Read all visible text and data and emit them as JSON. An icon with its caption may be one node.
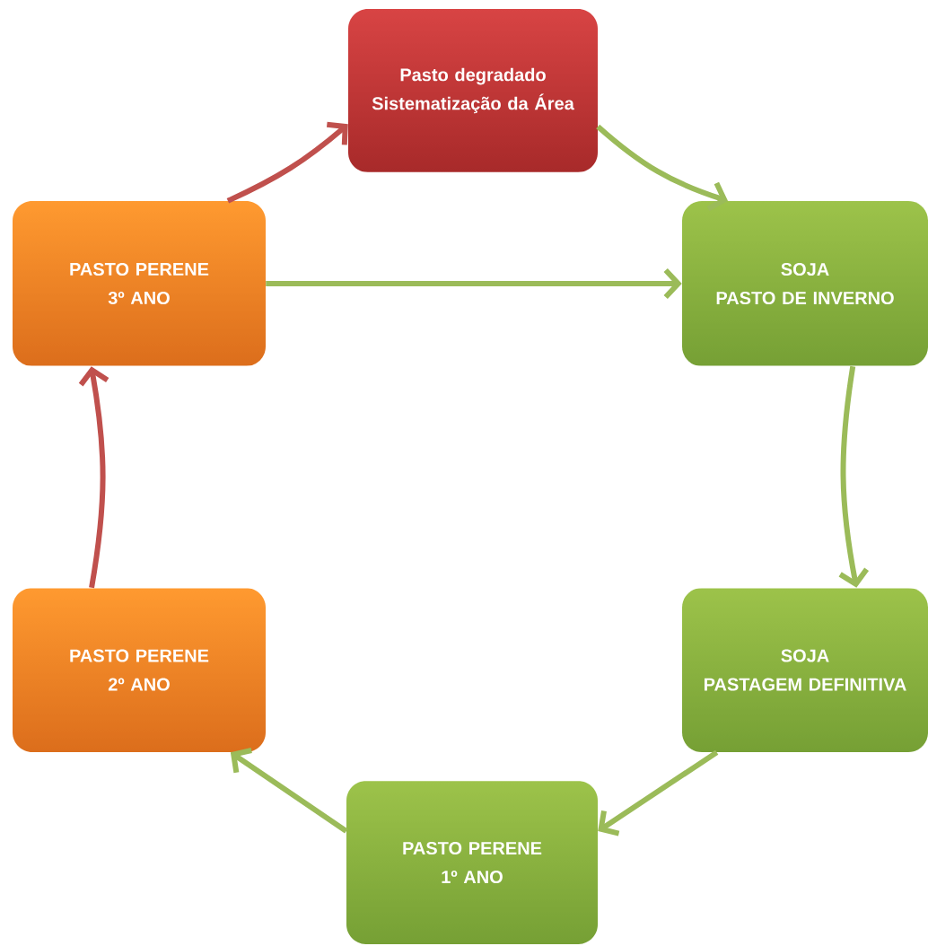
{
  "diagram": {
    "nodes": [
      {
        "text": [
          "Pasto degradado",
          "Sistematização da Área"
        ]
      },
      {
        "text": [
          "SOJA",
          "PASTO DE INVERNO"
        ]
      },
      {
        "text": [
          "SOJA",
          "PASTAGEM DEFINITIVA"
        ]
      },
      {
        "text": [
          "PASTO PERENE",
          "1º ANO"
        ]
      },
      {
        "text": [
          "PASTO PERENE",
          "2º ANO"
        ]
      },
      {
        "text": [
          "PASTO PERENE",
          "3º ANO"
        ]
      }
    ],
    "edges": [
      {
        "from": 0,
        "to": 1,
        "arrow": "to"
      },
      {
        "from": 1,
        "to": 2,
        "arrow": "to"
      },
      {
        "from": 2,
        "to": 3,
        "arrow": "to"
      },
      {
        "from": 3,
        "to": 4,
        "arrow": "to"
      },
      {
        "from": 4,
        "to": 5,
        "arrow": "to",
        "color": "#c0504d"
      },
      {
        "from": 5,
        "to": 0,
        "arrow": "to",
        "color": "#c0504d"
      },
      {
        "from": 5,
        "to": 1,
        "arrow": "to"
      }
    ]
  }
}
